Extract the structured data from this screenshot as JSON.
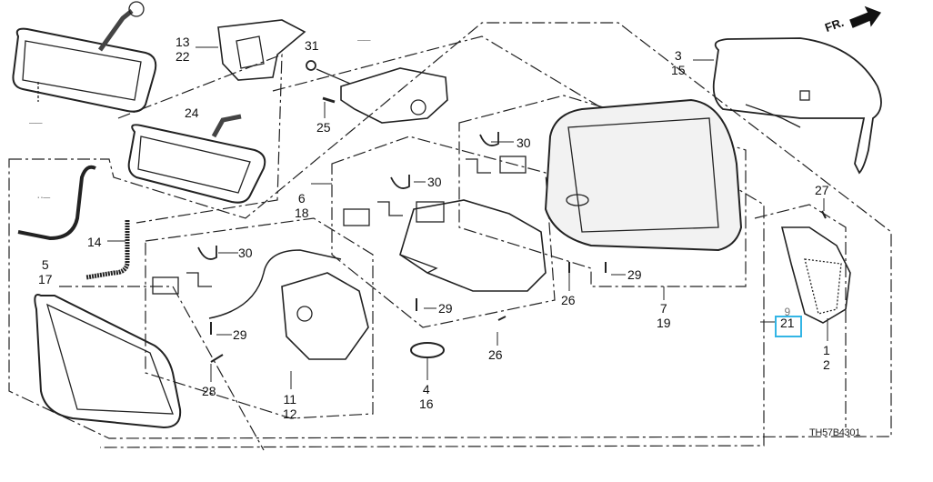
{
  "diagram": {
    "title_code": "TH57B4301",
    "direction_label": "FR.",
    "highlight_color": "#33b5e5",
    "callouts": [
      {
        "id": "c-13-22",
        "lines": [
          "13",
          "22"
        ]
      },
      {
        "id": "c-31",
        "lines": [
          "31"
        ]
      },
      {
        "id": "c-25",
        "lines": [
          "25"
        ]
      },
      {
        "id": "c-24",
        "lines": [
          "24"
        ]
      },
      {
        "id": "c-3-15",
        "lines": [
          "3",
          "15"
        ]
      },
      {
        "id": "c-30-a",
        "lines": [
          "30"
        ]
      },
      {
        "id": "c-30-b",
        "lines": [
          "30"
        ]
      },
      {
        "id": "c-30-c",
        "lines": [
          "30"
        ]
      },
      {
        "id": "c-6-18",
        "lines": [
          "6",
          "18"
        ]
      },
      {
        "id": "c-14",
        "lines": [
          "14"
        ]
      },
      {
        "id": "c-5-17",
        "lines": [
          "5",
          "17"
        ]
      },
      {
        "id": "c-27",
        "lines": [
          "27"
        ]
      },
      {
        "id": "c-29-a",
        "lines": [
          "29"
        ]
      },
      {
        "id": "c-29-b",
        "lines": [
          "29"
        ]
      },
      {
        "id": "c-29-c",
        "lines": [
          "29"
        ]
      },
      {
        "id": "c-26-a",
        "lines": [
          "26"
        ]
      },
      {
        "id": "c-26-b",
        "lines": [
          "26"
        ]
      },
      {
        "id": "c-7-19",
        "lines": [
          "7",
          "19"
        ]
      },
      {
        "id": "c-9-21",
        "lines": [
          "9",
          "21"
        ]
      },
      {
        "id": "c-1-2",
        "lines": [
          "1",
          "2"
        ]
      },
      {
        "id": "c-28",
        "lines": [
          "28"
        ]
      },
      {
        "id": "c-11-12",
        "lines": [
          "11",
          "12"
        ]
      },
      {
        "id": "c-4-16",
        "lines": [
          "4",
          "16"
        ]
      }
    ],
    "highlighted_callout": "21"
  }
}
